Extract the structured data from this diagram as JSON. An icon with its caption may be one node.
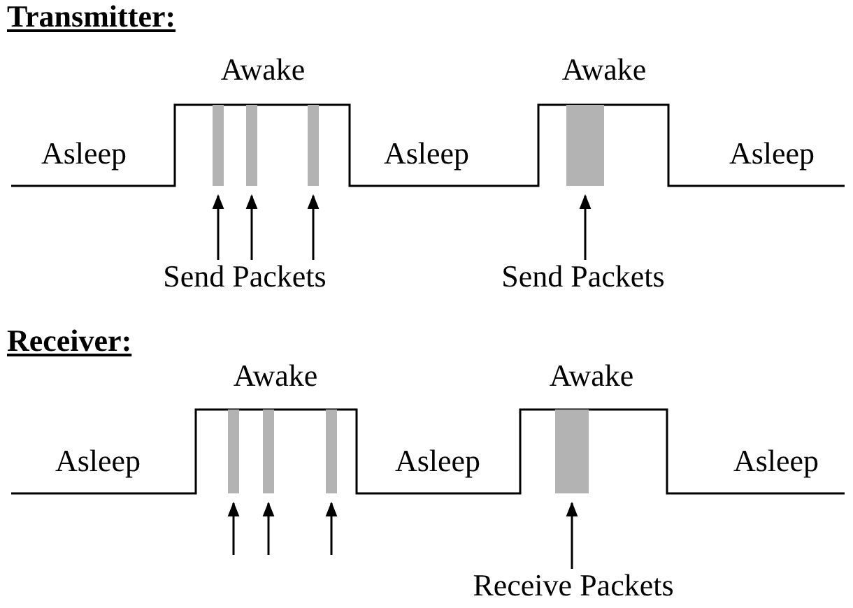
{
  "diagram": {
    "nodes": [
      {
        "text": [
          "Send Packets"
        ]
      },
      {
        "text": [
          "Send Packets"
        ]
      },
      {
        "text": [],
        "shape": "bar"
      },
      {
        "text": [],
        "shape": "bar"
      },
      {
        "text": [],
        "shape": "bar"
      },
      {
        "text": [],
        "shape": "bar"
      },
      {
        "text": [
          "Receive Packets"
        ]
      },
      {
        "text": [],
        "shape": "bar"
      },
      {
        "text": [],
        "shape": "bar"
      },
      {
        "text": [],
        "shape": "bar"
      },
      {
        "text": [],
        "shape": "bar"
      }
    ],
    "edges": [
      {
        "from": 0,
        "to": 2,
        "arrow": "to"
      },
      {
        "from": 0,
        "to": 3,
        "arrow": "to"
      },
      {
        "from": 0,
        "to": 4,
        "arrow": "to"
      },
      {
        "from": 1,
        "to": 5,
        "arrow": "to"
      },
      {
        "from": null,
        "to": 7,
        "arrow": "to"
      },
      {
        "from": null,
        "to": 8,
        "arrow": "to"
      },
      {
        "from": null,
        "to": 9,
        "arrow": "to"
      },
      {
        "from": 6,
        "to": 10,
        "arrow": "to"
      }
    ],
    "labels": [
      "Transmitter:",
      "Awake",
      "Awake",
      "Asleep",
      "Asleep",
      "Asleep",
      "Receiver:",
      "Awake",
      "Awake",
      "Asleep",
      "Asleep",
      "Asleep"
    ]
  }
}
